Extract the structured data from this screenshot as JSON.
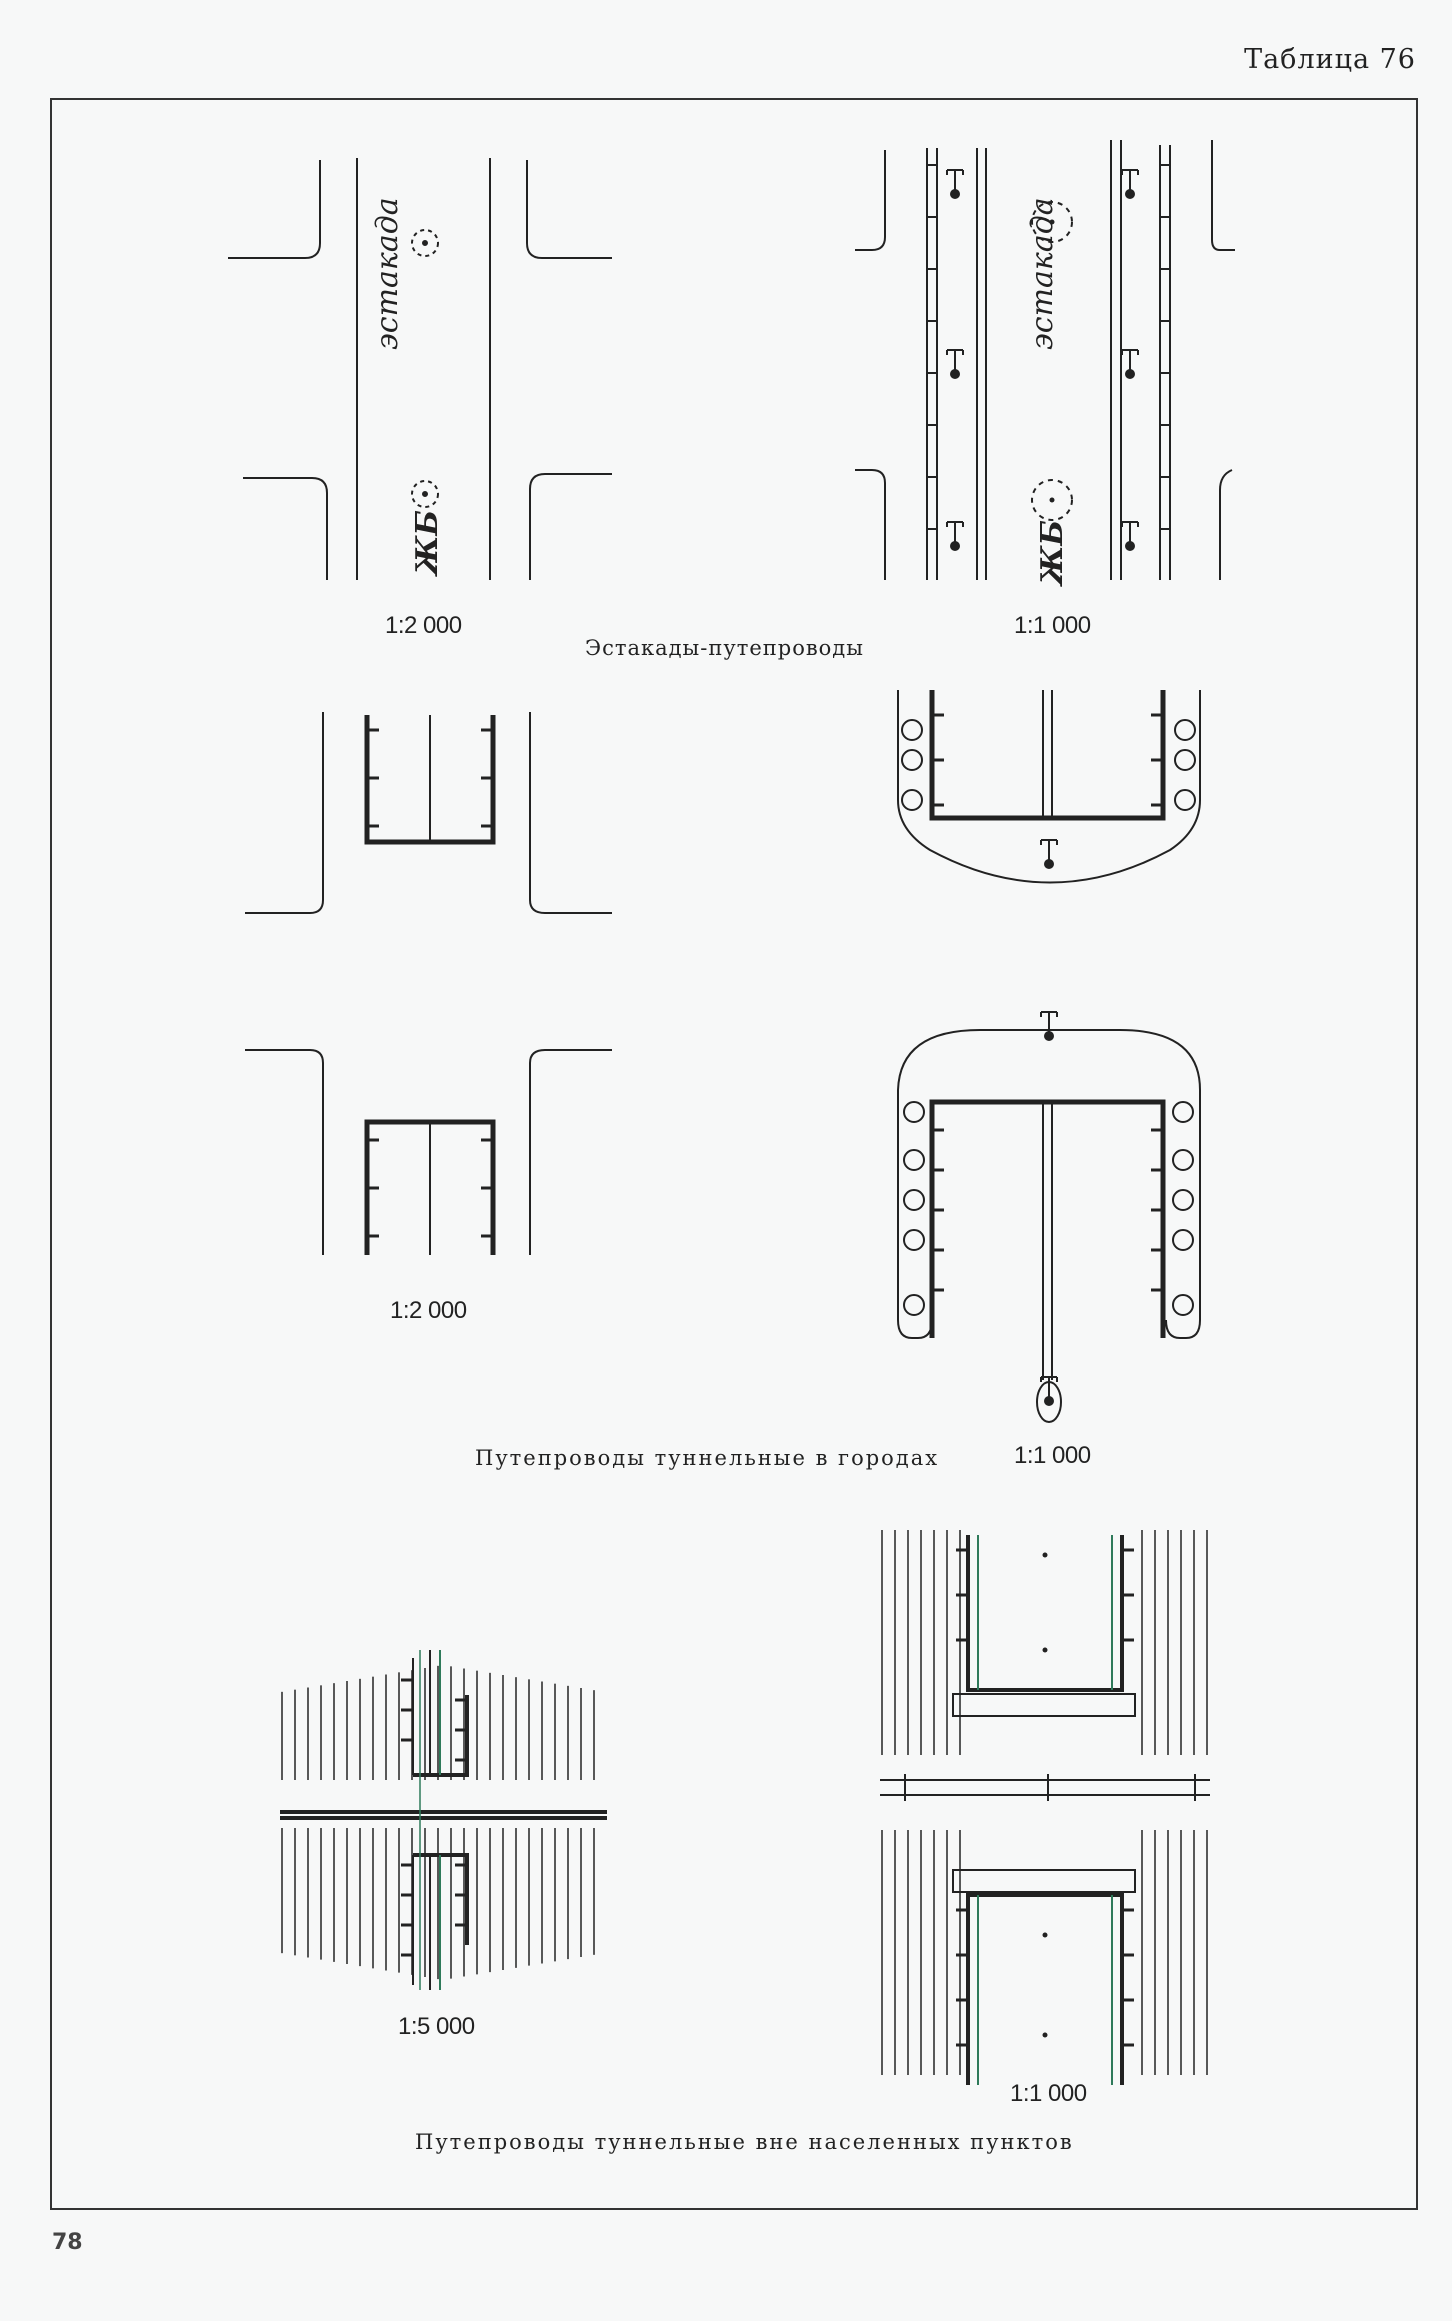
{
  "page": {
    "table_label": "Таблица 76",
    "page_number": "78"
  },
  "section1": {
    "caption": "Эстакады-путепроводы",
    "left": {
      "scale": "1:2 000",
      "label_name": "эстакада",
      "label_material": "ЖБ"
    },
    "right": {
      "scale": "1:1 000",
      "label_name": "эстакада",
      "label_material": "ЖБ"
    }
  },
  "section2": {
    "caption": "Путепроводы туннельные в городах",
    "left": {
      "scale": "1:2 000"
    },
    "right": {
      "scale": "1:1 000"
    }
  },
  "section3": {
    "caption": "Путепроводы туннельные вне населенных пунктов",
    "left": {
      "scale": "1:5 000"
    },
    "right": {
      "scale": "1:1 000"
    }
  },
  "colors": {
    "ink": "#222222",
    "accent_green": "#2f7a5a",
    "paper": "#f7f8f8"
  }
}
